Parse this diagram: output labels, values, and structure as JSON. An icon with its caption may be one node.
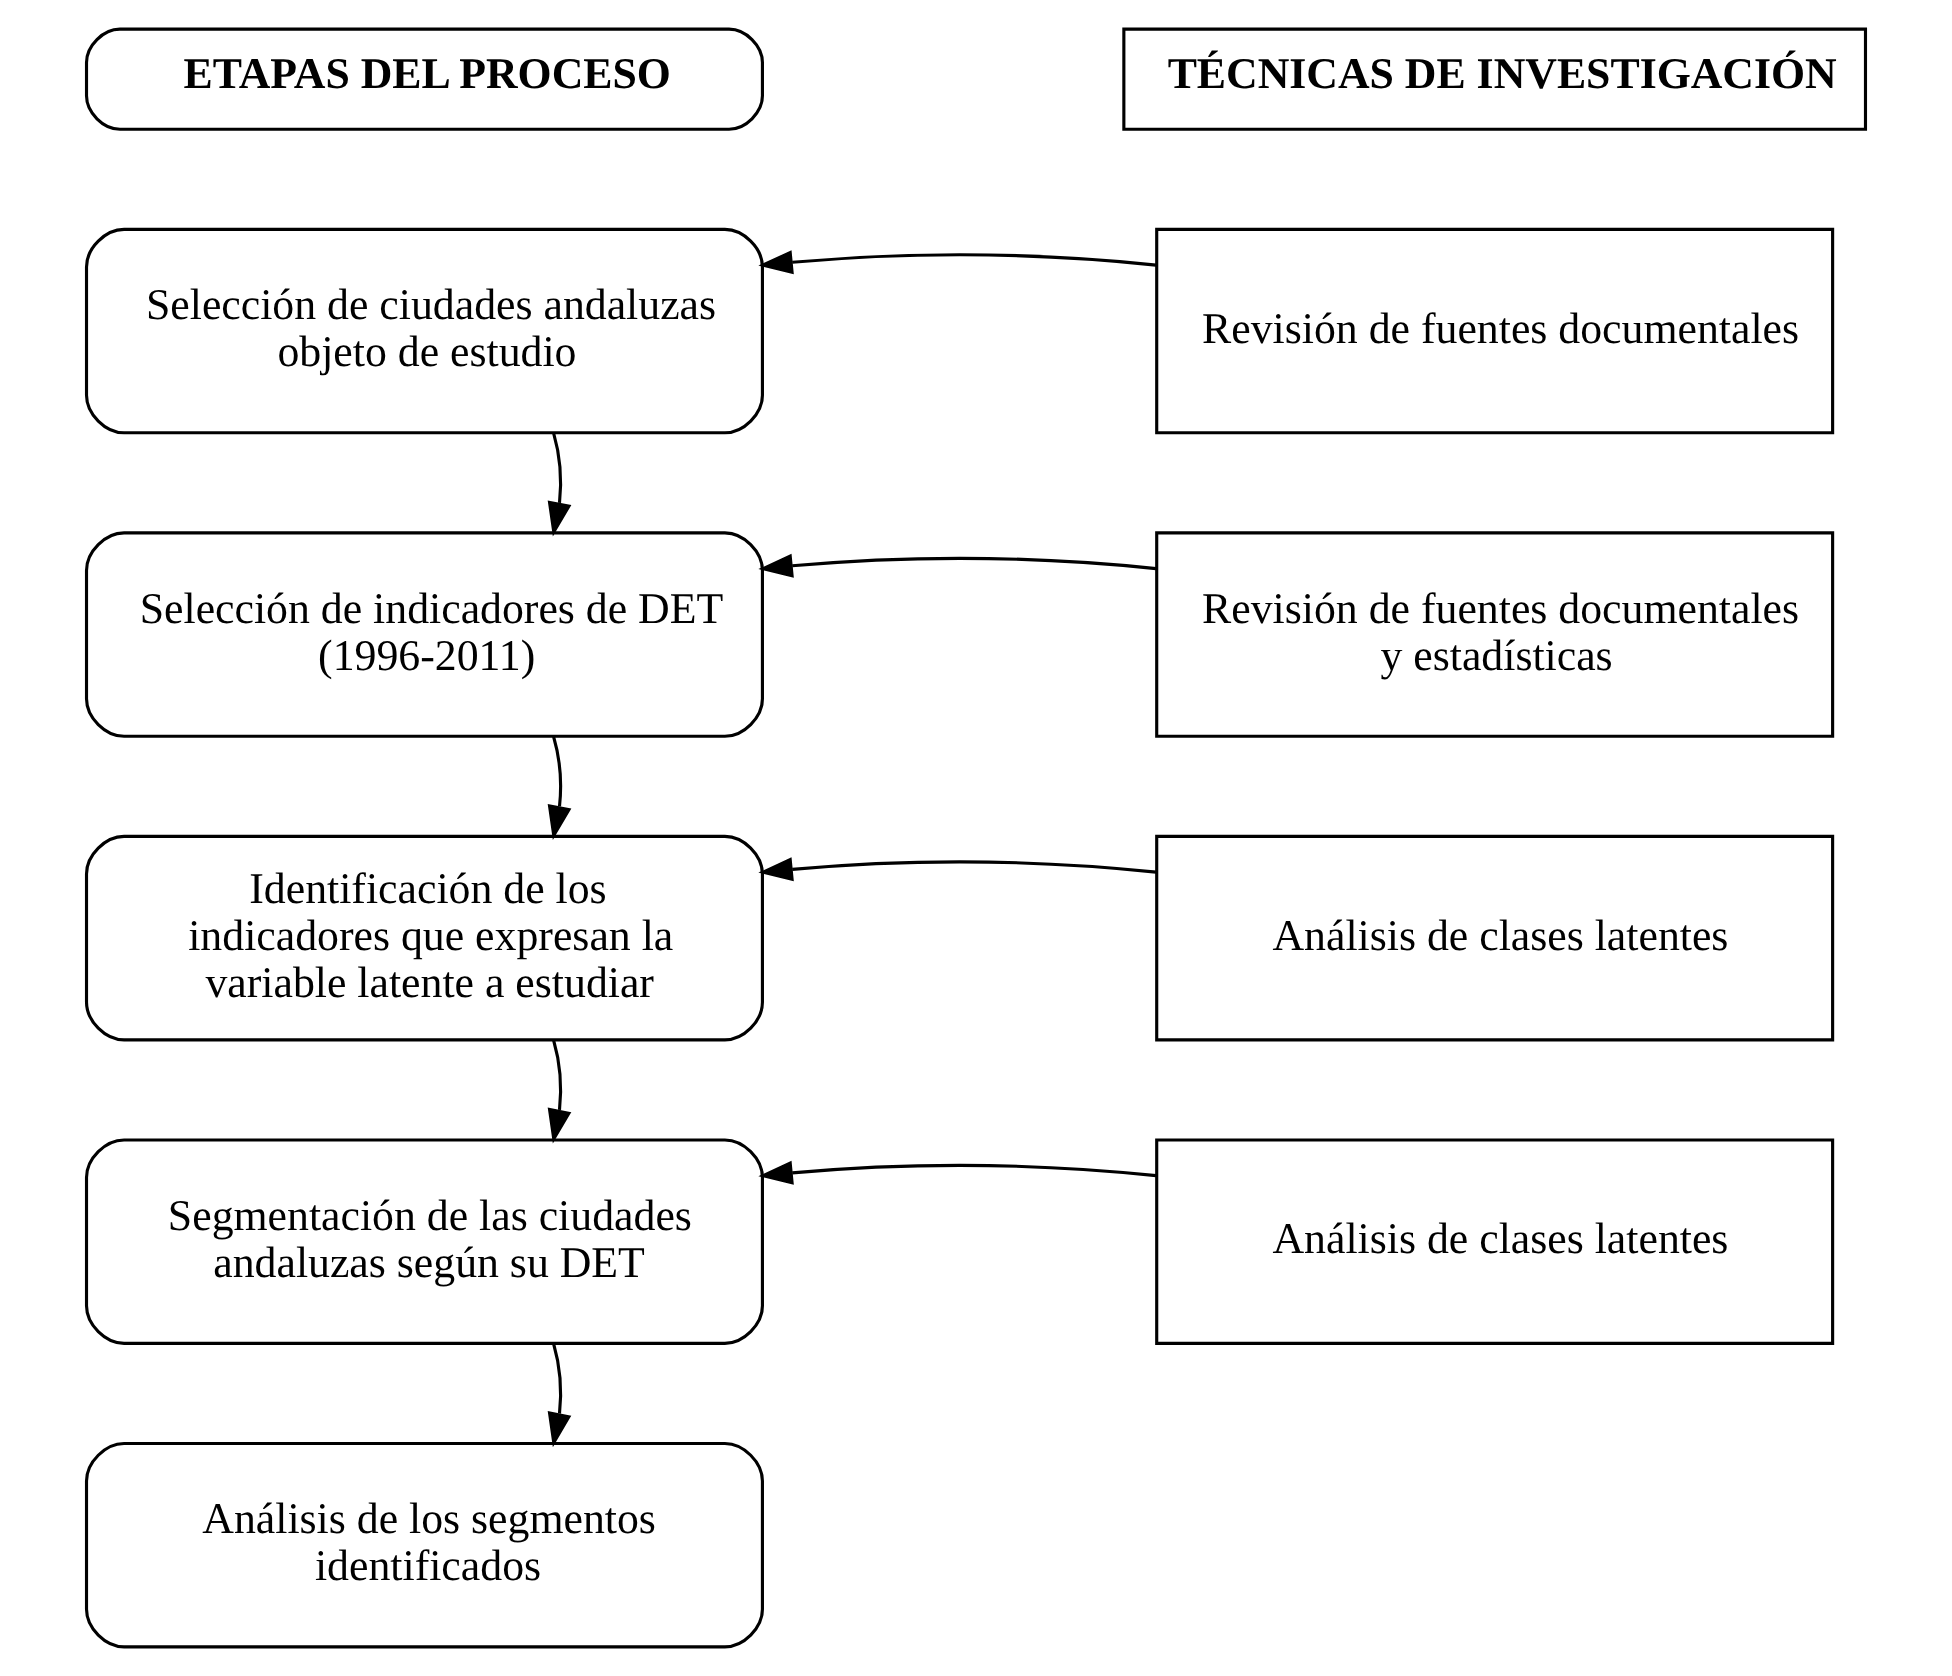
{
  "diagram": {
    "nodes": [
      {
        "text": [
          "ETAPAS DEL PROCESO"
        ]
      },
      {
        "text": [
          "TÉCNICAS DE INVESTIGACIÓN"
        ]
      },
      {
        "text": [
          "Selección de ciudades andaluzas objeto de estudio"
        ]
      },
      {
        "text": [
          "Revisión de fuentes documentales"
        ]
      },
      {
        "text": [
          "Selección de indicadores de DET (1996-2011)"
        ]
      },
      {
        "text": [
          "Revisión de fuentes documentales y estadísticas"
        ]
      },
      {
        "text": [
          "Identificación de los indicadores que expresan la variable latente a estudiar"
        ]
      },
      {
        "text": [
          "Análisis de clases latentes"
        ]
      },
      {
        "text": [
          "Segmentación de las ciudades andaluzas según su DET"
        ]
      },
      {
        "text": [
          "Análisis de clases latentes"
        ]
      },
      {
        "text": [
          "Análisis de los segmentos identificados"
        ]
      }
    ],
    "edges": [
      {
        "from": 3,
        "to": 2,
        "arrow": "to"
      },
      {
        "from": 2,
        "to": 4,
        "arrow": "to"
      },
      {
        "from": 5,
        "to": 4,
        "arrow": "to"
      },
      {
        "from": 4,
        "to": 6,
        "arrow": "to"
      },
      {
        "from": 7,
        "to": 6,
        "arrow": "to"
      },
      {
        "from": 6,
        "to": 8,
        "arrow": "to"
      },
      {
        "from": 9,
        "to": 8,
        "arrow": "to"
      },
      {
        "from": 8,
        "to": 10,
        "arrow": "to"
      }
    ]
  }
}
